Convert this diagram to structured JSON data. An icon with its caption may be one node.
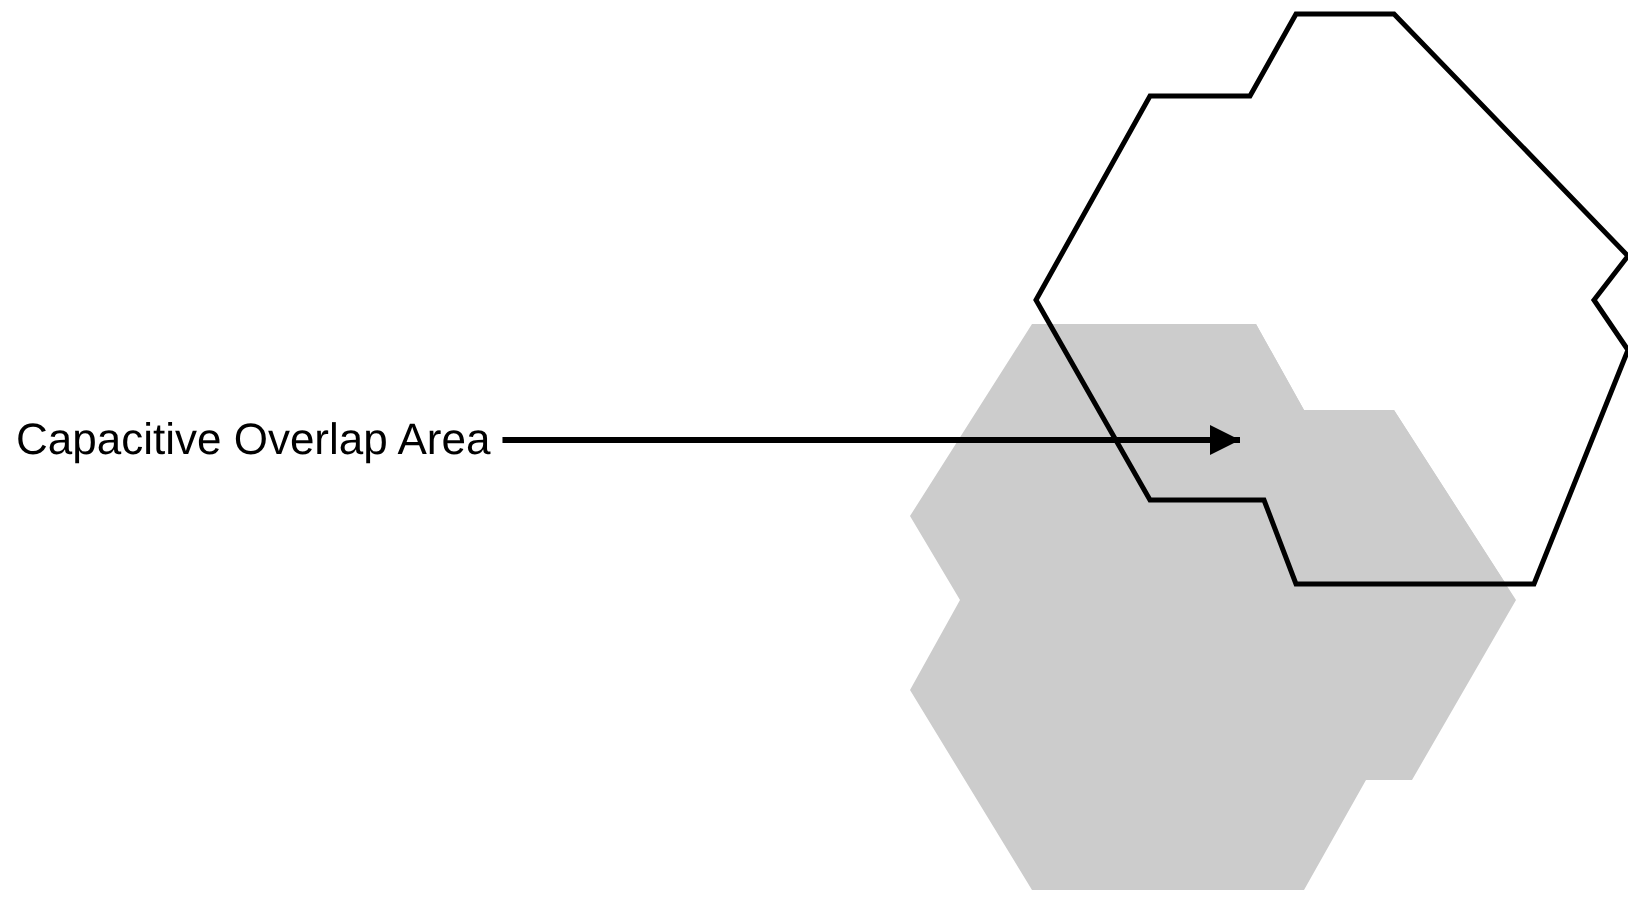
{
  "diagram": {
    "nodes": [
      {
        "text": [
          "Capacitive Overlap Area"
        ]
      },
      {
        "text": [],
        "shape": "polygon"
      }
    ],
    "edges": [
      {
        "from": 0,
        "to": 1,
        "arrow": "to"
      }
    ]
  }
}
